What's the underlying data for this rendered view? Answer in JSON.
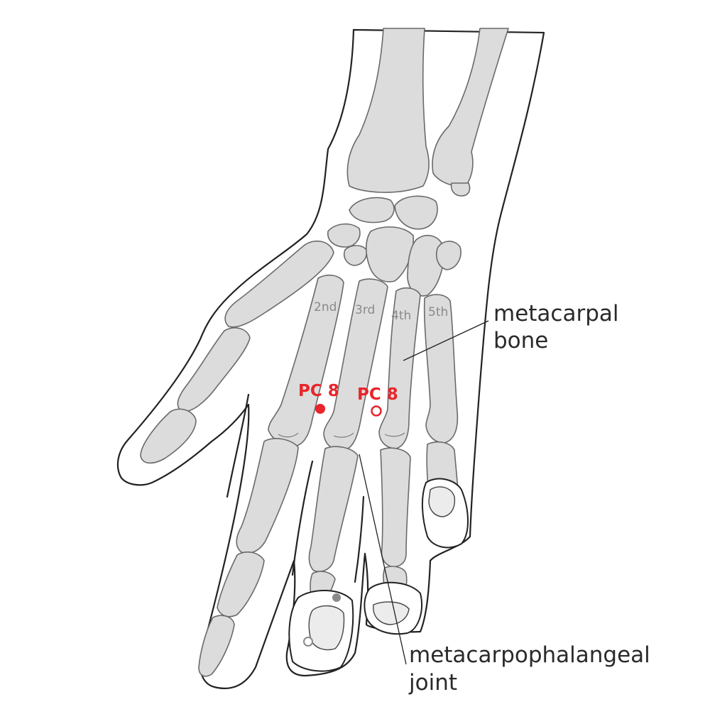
{
  "labels": {
    "metacarpal_numbers": [
      "2nd",
      "3rd",
      "4th",
      "5th"
    ],
    "metacarpal_line1": "metacarpal",
    "metacarpal_line2": "bone",
    "mcp_line1": "metacarpophalangeal",
    "mcp_line2": "joint",
    "point_filled_label": "PC 8",
    "point_hollow_label": "PC 8"
  },
  "colors": {
    "acupoint": "#e8252b",
    "bone_fill": "#dcdcdc",
    "outline": "#222222"
  },
  "markers": {
    "filled_point": "acupoint-filled-dot",
    "hollow_point": "acupoint-hollow-circle"
  }
}
